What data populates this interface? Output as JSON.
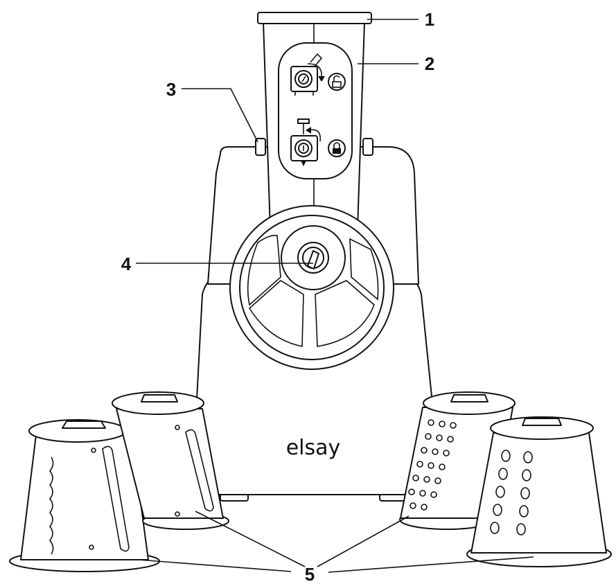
{
  "callouts": [
    {
      "id": "1",
      "text": "1"
    },
    {
      "id": "2",
      "text": "2"
    },
    {
      "id": "3",
      "text": "3"
    },
    {
      "id": "4",
      "text": "4"
    },
    {
      "id": "5",
      "text": "5"
    }
  ],
  "brand": "elsay",
  "icons": {
    "unlock": "open-padlock-icon",
    "lock": "closed-padlock-icon"
  }
}
